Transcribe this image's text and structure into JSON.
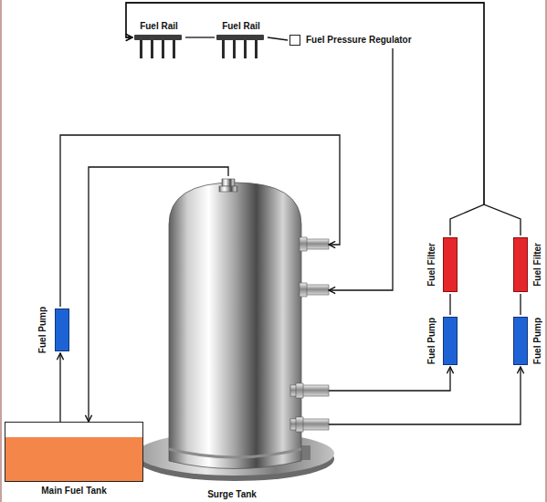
{
  "diagram": {
    "nodes": [
      {
        "text": [
          "Fuel Rail"
        ]
      },
      {
        "text": [
          "Fuel Rail"
        ]
      },
      {
        "text": [
          "Fuel Pressure Regulator"
        ]
      },
      {
        "text": [
          "Surge Tank"
        ]
      },
      {
        "text": [
          "Fuel Filter"
        ]
      },
      {
        "text": [
          "Fuel Filter"
        ]
      },
      {
        "text": [
          "Fuel Pump"
        ]
      },
      {
        "text": [
          "Fuel Pump"
        ]
      },
      {
        "text": [
          "Fuel Pump"
        ]
      },
      {
        "text": [
          "Main Fuel Tank"
        ]
      }
    ],
    "edges": [
      {
        "from": 9,
        "to": 6,
        "arrow": "to"
      },
      {
        "from": 6,
        "to": 3,
        "arrow": "to"
      },
      {
        "from": 3,
        "to": 9,
        "arrow": "to"
      },
      {
        "from": 2,
        "to": 3,
        "arrow": "to"
      },
      {
        "from": 3,
        "to": 7,
        "arrow": "to"
      },
      {
        "from": 3,
        "to": 8,
        "arrow": "to"
      },
      {
        "from": 7,
        "to": 4,
        "arrow": "none"
      },
      {
        "from": 8,
        "to": 5,
        "arrow": "none"
      },
      {
        "from": 4,
        "to": 0,
        "arrow": "to"
      },
      {
        "from": 5,
        "to": 0,
        "arrow": "to"
      },
      {
        "from": 0,
        "to": 1,
        "arrow": "none"
      },
      {
        "from": 1,
        "to": 2,
        "arrow": "none"
      }
    ]
  }
}
